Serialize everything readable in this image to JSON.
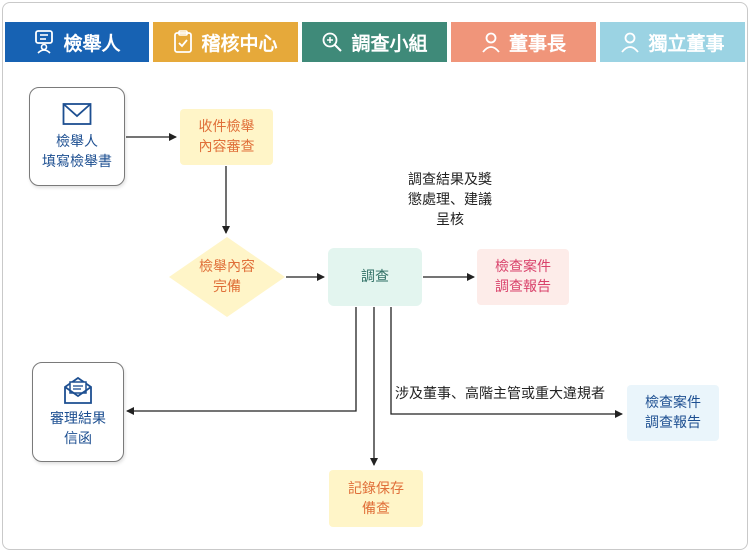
{
  "lanes": [
    {
      "label": "檢舉人",
      "color": "#1762b3",
      "icon": "person-badge-icon"
    },
    {
      "label": "稽核中心",
      "color": "#e6a93a",
      "icon": "clipboard-check-icon"
    },
    {
      "label": "調查小組",
      "color": "#3f8a79",
      "icon": "magnifier-icon"
    },
    {
      "label": "董事長",
      "color": "#f0957a",
      "icon": "person-icon"
    },
    {
      "label": "獨立董事",
      "color": "#9bd3e3",
      "icon": "person-icon"
    }
  ],
  "nodes": {
    "whistleblower_fill": "檢舉人\n填寫檢舉書",
    "receive_review": "收件檢舉\n內容審查",
    "complete_check": "檢舉內容\n完備",
    "investigate": "調查",
    "report_chairman": "檢查案件\n調查報告",
    "report_independent": "檢查案件\n調查報告",
    "result_letter": "審理結果\n信函",
    "record_keep": "記錄保存\n備查"
  },
  "labels": {
    "result_submit": "調查結果及獎\n懲處理、建議\n呈核",
    "escalation": "涉及董事、高階主管或重大違規者"
  }
}
